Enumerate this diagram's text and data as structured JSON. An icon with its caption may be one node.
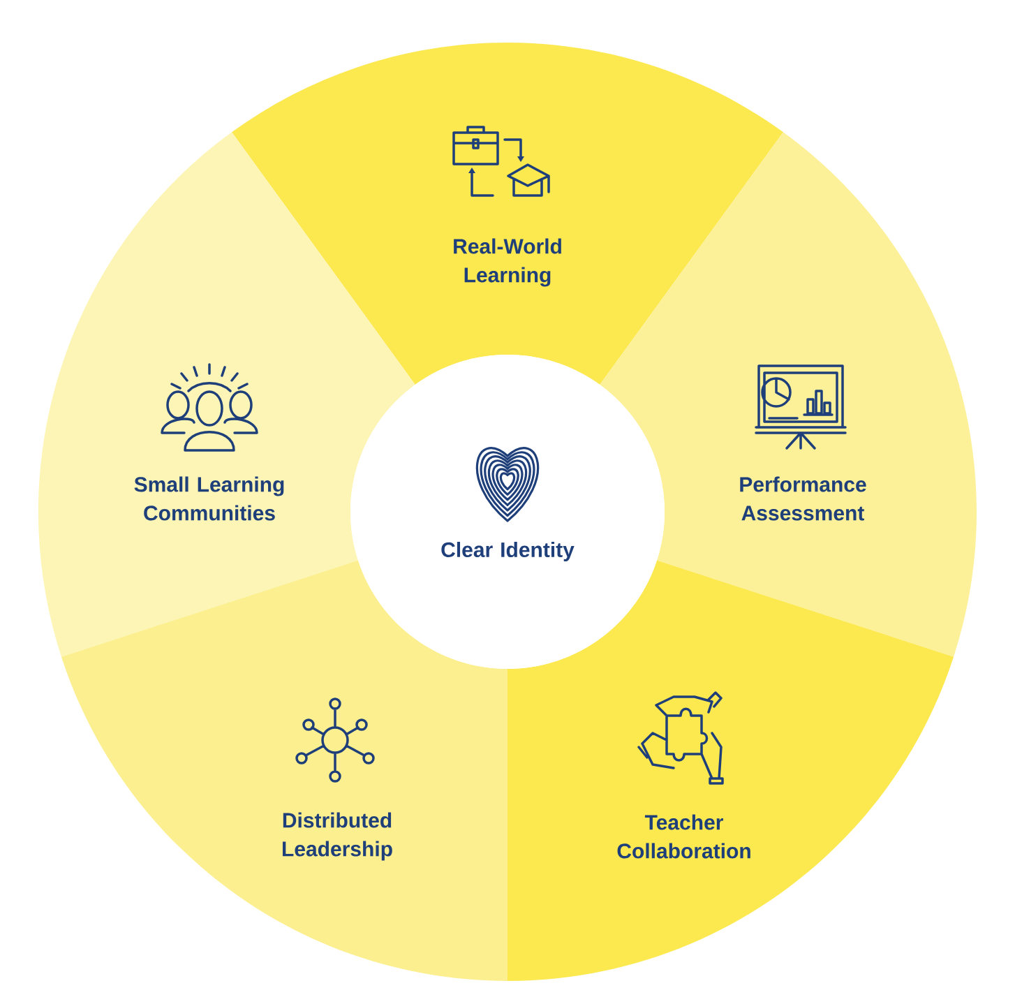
{
  "diagram": {
    "nodes": [
      {
        "text": [
          "Real-World Learning"
        ]
      },
      {
        "text": [
          "Small Learning Communities"
        ]
      },
      {
        "text": [
          "Performance Assessment"
        ]
      },
      {
        "text": [
          "Clear Identity"
        ]
      },
      {
        "text": [
          "Distributed Leadership"
        ]
      },
      {
        "text": [
          "Teacher Collaboration"
        ]
      }
    ]
  }
}
